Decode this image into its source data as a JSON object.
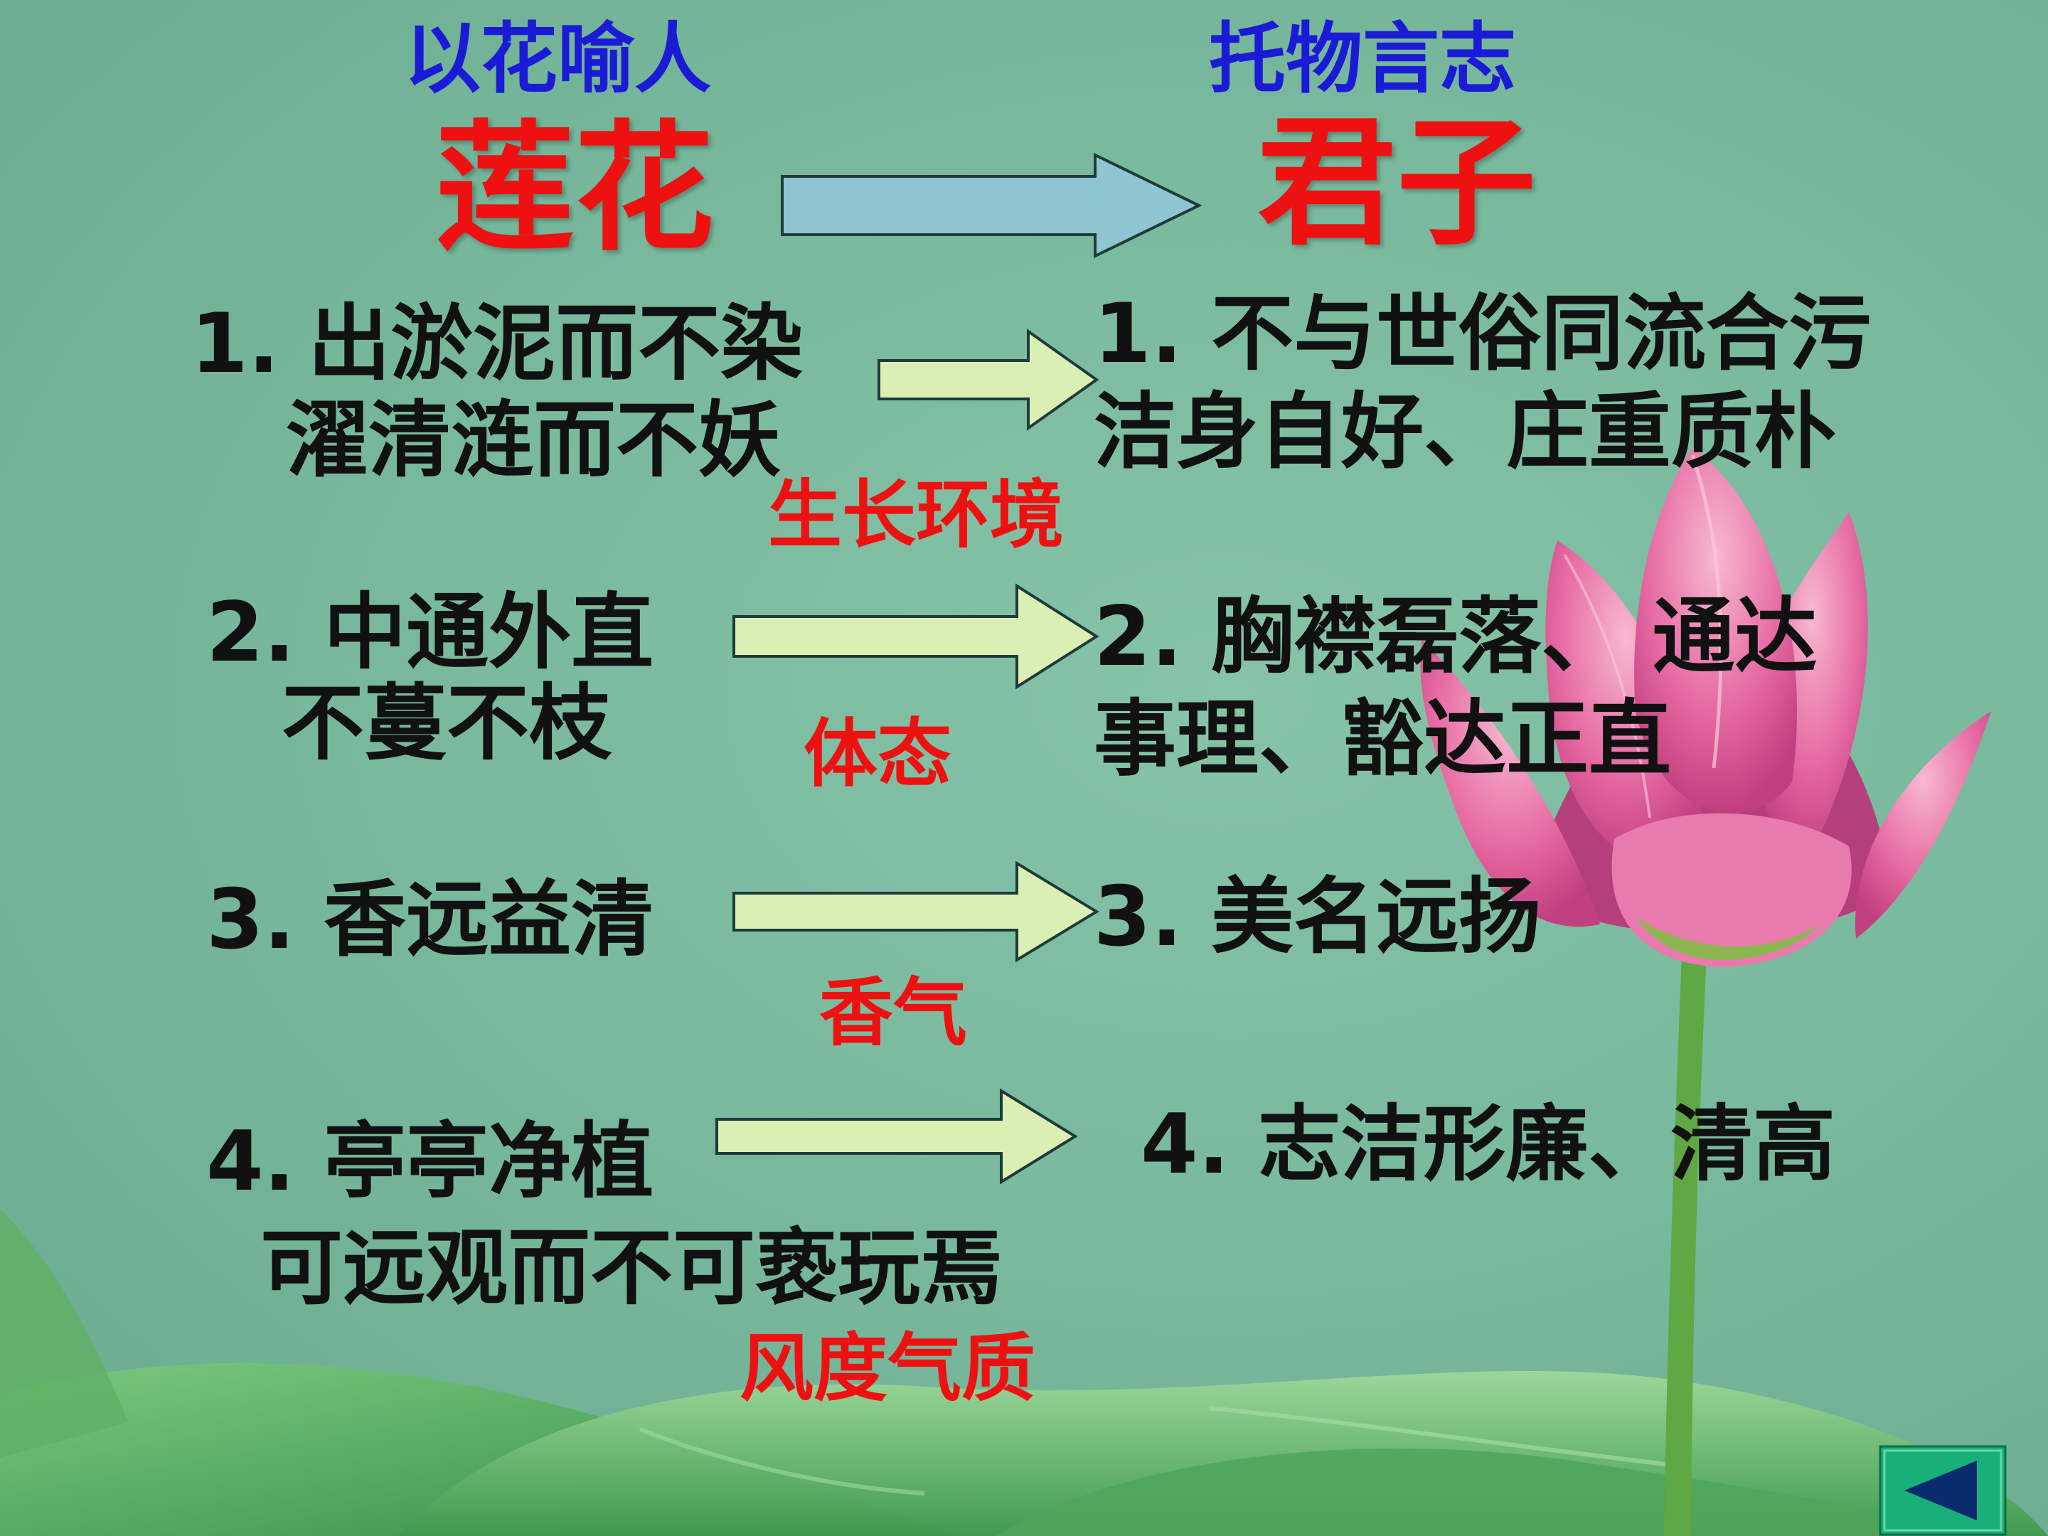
{
  "left_header": "以花喻人",
  "right_header": "托物言志",
  "left_title": "莲花",
  "right_title": "君子",
  "rows": [
    {
      "left": [
        "1. 出淤泥而不染",
        "濯清涟而不妖"
      ],
      "label": "生长环境",
      "right": [
        "1. 不与世俗同流合污",
        "洁身自好、庄重质朴"
      ]
    },
    {
      "left": [
        "2. 中通外直",
        "不蔓不枝"
      ],
      "label": "体态",
      "right": [
        "2. 胸襟磊落、 通达",
        "事理、豁达正直"
      ]
    },
    {
      "left": [
        "3. 香远益清"
      ],
      "label": "香气",
      "right": [
        "3. 美名远扬"
      ]
    },
    {
      "left": [
        "4. 亭亭净植",
        "可远观而不可亵玩焉"
      ],
      "label": "风度气质",
      "right": [
        "4. 志洁形廉、清高"
      ]
    }
  ],
  "colors": {
    "header": "#1b1bd6",
    "title": "#ee1111",
    "body_text": "#111111",
    "label": "#ee1111",
    "title_arrow": "#8ec5d0",
    "row_arrow": "#d9efb4",
    "nav_button": "#17b078"
  },
  "nav": {
    "icon": "triangle-left-icon"
  }
}
